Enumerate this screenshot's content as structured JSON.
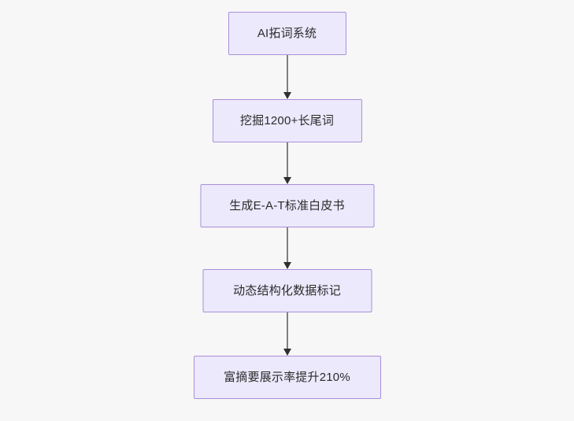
{
  "diagram": {
    "type": "flowchart",
    "orientation": "top-to-bottom",
    "background_color": "#f7f7f7",
    "node_fill_color": "#ece9fc",
    "node_border_color": "#a98fda",
    "node_text_color": "#2b2b2b",
    "connector_line_color": "#7f7f7f",
    "connector_arrow_color": "#2f2f2f",
    "nodes": [
      {
        "id": "n1",
        "label": "AI拓词系统"
      },
      {
        "id": "n2",
        "label": "挖掘1200+长尾词"
      },
      {
        "id": "n3",
        "label": "生成E-A-T标准白皮书"
      },
      {
        "id": "n4",
        "label": "动态结构化数据标记"
      },
      {
        "id": "n5",
        "label": "富摘要展示率提升210%"
      }
    ],
    "edges": [
      {
        "from": "n1",
        "to": "n2",
        "label": ""
      },
      {
        "from": "n2",
        "to": "n3",
        "label": ""
      },
      {
        "from": "n3",
        "to": "n4",
        "label": ""
      },
      {
        "from": "n4",
        "to": "n5",
        "label": ""
      }
    ]
  }
}
